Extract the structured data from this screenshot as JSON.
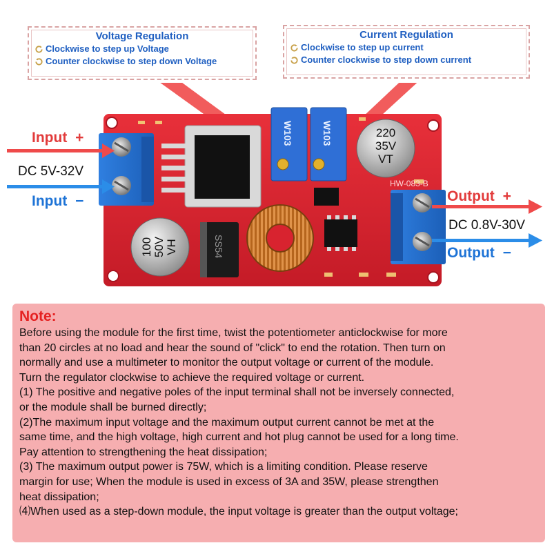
{
  "voltage_callout": {
    "title": "Voltage Regulation",
    "cw": "Clockwise to step up Voltage",
    "ccw": "Counter clockwise to step down Voltage"
  },
  "current_callout": {
    "title": "Current Regulation",
    "cw": "Clockwise to step up current",
    "ccw": "Counter clockwise to step down current"
  },
  "board": {
    "input_pos": "Input",
    "input_pos_sign": "+",
    "input_range": "DC 5V-32V",
    "input_neg": "Input",
    "input_neg_sign": "−",
    "output_pos": "Output",
    "output_pos_sign": "+",
    "output_range": "DC 0.8V-30V",
    "output_neg": "Output",
    "output_neg_sign": "−",
    "board_model": "HW-083-B",
    "pot_code_1": "W103",
    "pot_code_2": "W103",
    "cap_small_1": "220",
    "cap_small_2": "35V",
    "cap_small_3": "VT",
    "cap_large_1": "100",
    "cap_large_2": "50V",
    "cap_large_3": "VH",
    "diode_code": "SS54"
  },
  "note": {
    "title": "Note:",
    "lines": [
      "Before using the module for the first time, twist the potentiometer anticlockwise for more",
      "than 20 circles at no load and hear the sound of \"click\" to end the rotation. Then turn on",
      "normally and use a multimeter to monitor the output voltage or current of the module.",
      "Turn the regulator clockwise to achieve the required voltage or current.",
      "(1) The positive and negative poles of the input terminal shall not be inversely connected,",
      "or the module shall be burned directly;",
      "(2)The maximum input voltage and the maximum output current cannot be met at the",
      "same time, and the high voltage, high current and hot plug cannot be used for a long time.",
      "Pay attention to strengthening the heat dissipation;",
      "(3) The maximum output power is 75W, which is a limiting condition. Please reserve",
      "margin for use; When the module is used in excess of 3A and 35W, please strengthen",
      "heat dissipation;",
      "⑷When used as a step-down module, the input voltage is greater than the output voltage;"
    ]
  },
  "colors": {
    "callout_text": "#1f5fc1",
    "pcb_red": "#d8232f",
    "note_bg": "#f6aeb0",
    "note_title": "#e52222",
    "arrow_red": "#ef4a4a",
    "arrow_blue": "#2b8de8"
  }
}
